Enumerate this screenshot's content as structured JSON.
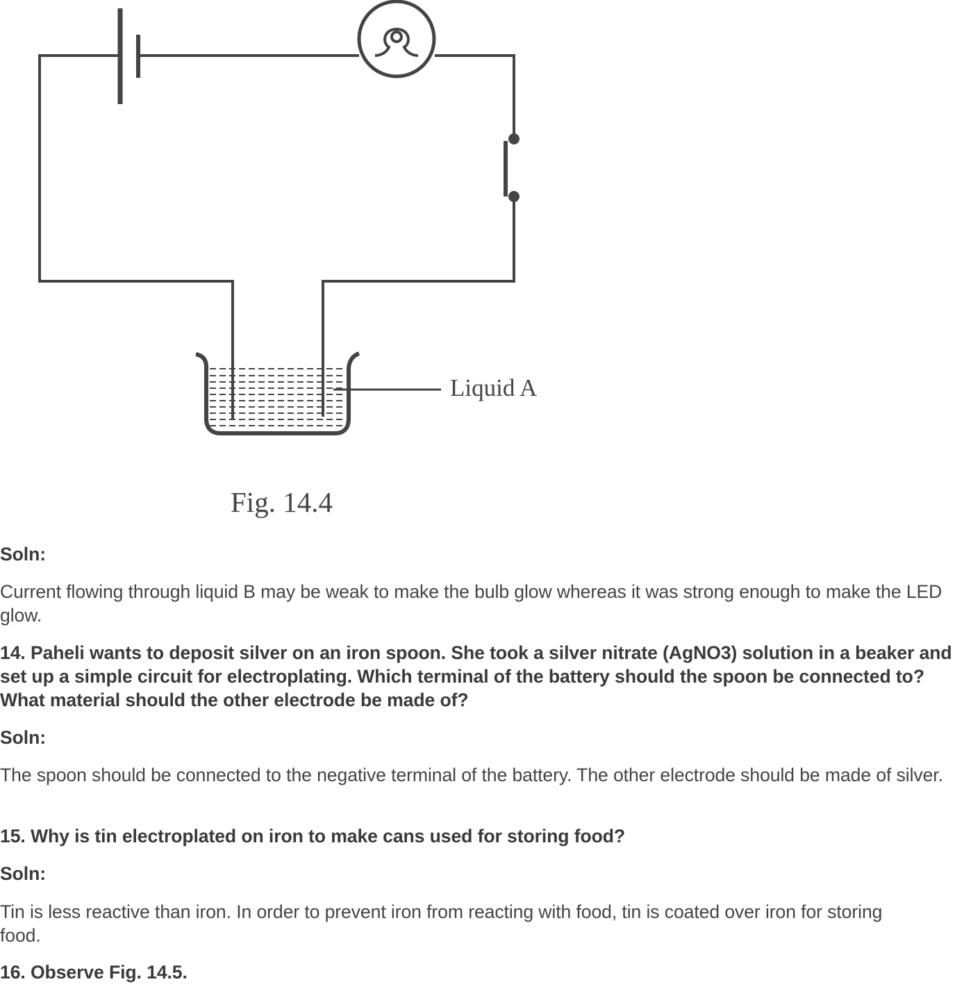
{
  "figure": {
    "label_liquid": "Liquid A",
    "caption": "Fig. 14.4"
  },
  "content": [
    {
      "type": "soln",
      "text": "Soln:"
    },
    {
      "type": "answer",
      "text": "Current flowing through liquid B may be weak to make the bulb glow whereas it was strong enough to make the LED glow."
    },
    {
      "type": "question",
      "text": "14. Paheli wants to deposit silver on an iron spoon. She took a silver nitrate (AgNO3) solution in a beaker and set up a simple circuit for electroplating. Which terminal of the battery should the spoon be connected to? What material should the other electrode be made of?"
    },
    {
      "type": "soln",
      "text": "Soln:"
    },
    {
      "type": "answer",
      "text": "The spoon should be connected to the negative terminal of the battery. The other electrode should be made of silver."
    },
    {
      "type": "question",
      "text": "15. Why is tin electroplated on iron to make cans used for storing food?"
    },
    {
      "type": "soln",
      "text": "Soln:"
    },
    {
      "type": "answer",
      "text": "Tin is less reactive than iron. In order to prevent iron from reacting with food, tin is coated over iron for storing food."
    },
    {
      "type": "question",
      "text": "16. Observe Fig. 14.5."
    }
  ]
}
